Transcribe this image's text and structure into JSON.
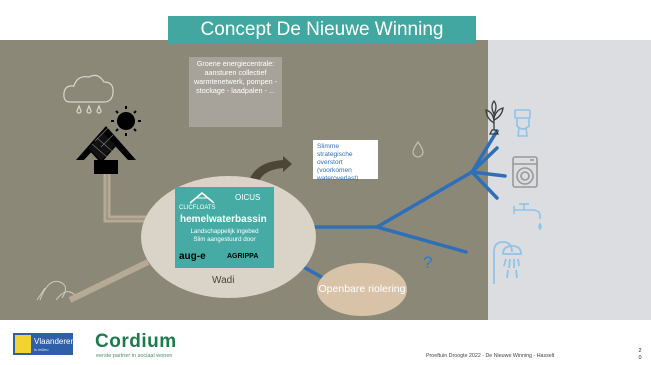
{
  "slide": {
    "title": "Concept De Nieuwe Winning"
  },
  "energy_box": {
    "text": "Groene energiecentrale: aansturen collectief warmtenetwerk, pompen - stockage - laadpalen - ..."
  },
  "overstort_box": {
    "text": "Slimme strategische overstort (voorkomen wateroverlast)"
  },
  "basin": {
    "logo_left": "CLICFLOATS",
    "logo_right": "OICUS",
    "title": "hemelwaterbassin",
    "line1": "Landschappelijk ingebed",
    "line2": "Slim aangestuurd door",
    "brand_left": "aug-e",
    "brand_right": "AGRIPPA"
  },
  "wadi": {
    "label": "Wadi"
  },
  "riolering": {
    "text": "Openbare riolering"
  },
  "question_mark": "?",
  "footer": {
    "vlaanderen": "Vlaanderen",
    "vlaanderen_sub": "is milieu",
    "cordium": "Cordium",
    "cordium_tagline": "eerste partner in sociaal wonen",
    "caption": "Proeftuin Droogte 2022 - De Nieuwe Winning - Hasselt",
    "page": "2 0"
  },
  "icons": {
    "cloud": "cloud-rain-icon",
    "solar": "solar-house-icon",
    "plant": "plant-icon",
    "toilet": "toilet-icon",
    "washer": "washing-machine-icon",
    "tap": "tap-icon",
    "shower": "shower-icon",
    "drop": "droplet-icon",
    "road": "road-icon"
  },
  "colors": {
    "teal": "#42a7a0",
    "blue_pipe": "#2f6fb7",
    "background": "#8c8878",
    "right_panel": "#dcdde0"
  }
}
